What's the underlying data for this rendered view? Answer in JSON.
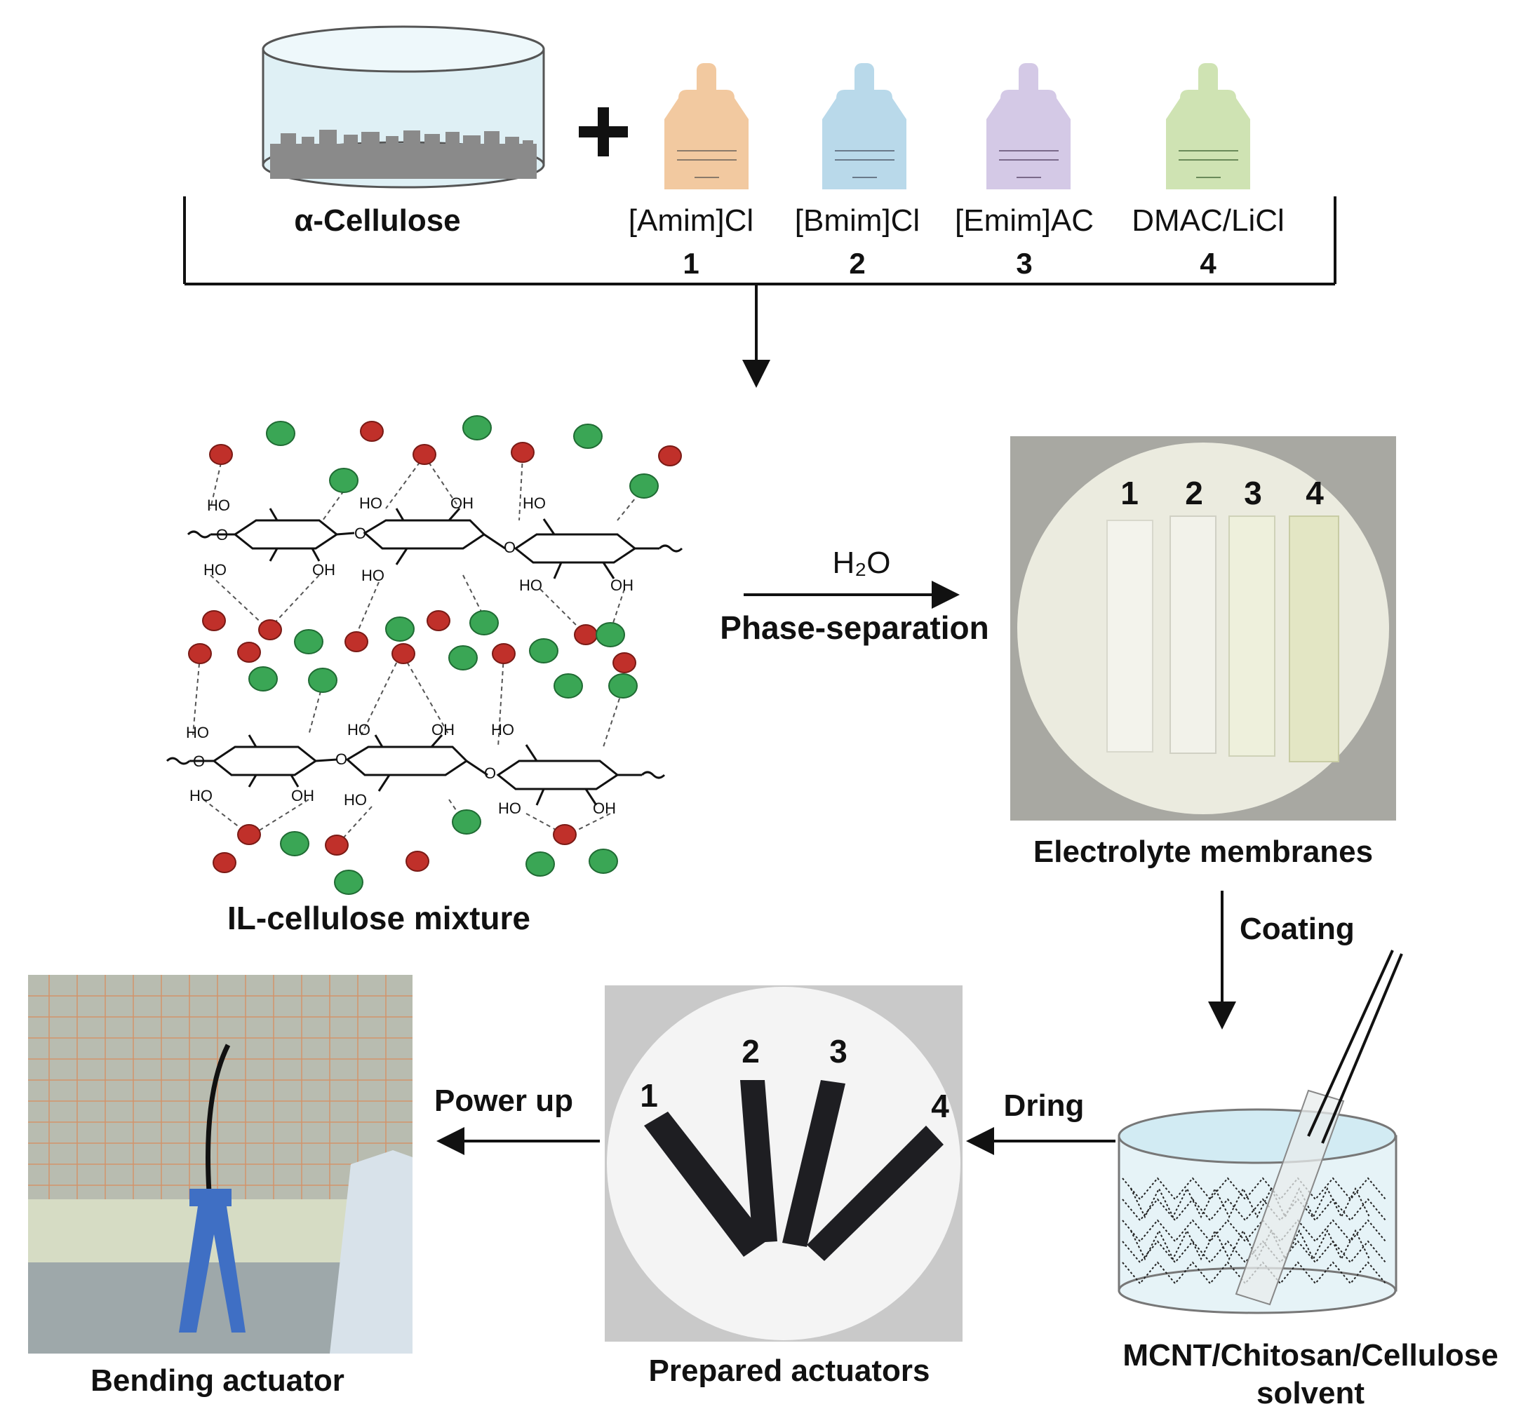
{
  "top": {
    "cellulose_label": "α-Cellulose",
    "plus_sign": "+",
    "solvents": [
      {
        "name": "[Amim]Cl",
        "number": "1",
        "color": "#f2c9a0"
      },
      {
        "name": "[Bmim]Cl",
        "number": "2",
        "color": "#b9d9ea"
      },
      {
        "name": "[Emim]AC",
        "number": "3",
        "color": "#d4c9e6"
      },
      {
        "name": "DMAC/LiCl",
        "number": "4",
        "color": "#cfe3b3"
      }
    ]
  },
  "mixture": {
    "label": "IL-cellulose mixture",
    "cation_color": "#3aa655",
    "anion_color": "#c0302a",
    "hydroxyl_label": "HO",
    "hydroxyl_label_alt": "OH",
    "oxygen_label": "O"
  },
  "phase_step": {
    "reagent": "H₂O",
    "label": "Phase-separation"
  },
  "membranes": {
    "label": "Electrolyte membranes",
    "strip_numbers": [
      "1",
      "2",
      "3",
      "4"
    ]
  },
  "coating_step": {
    "label": "Coating"
  },
  "bath": {
    "label_line1": "MCNT/Chitosan/Cellulose",
    "label_line2": "solvent"
  },
  "drying_step": {
    "label": "Dring"
  },
  "actuators": {
    "label": "Prepared actuators",
    "strip_numbers": [
      "1",
      "2",
      "3",
      "4"
    ]
  },
  "power_step": {
    "label": "Power up"
  },
  "bending": {
    "label": "Bending actuator"
  }
}
